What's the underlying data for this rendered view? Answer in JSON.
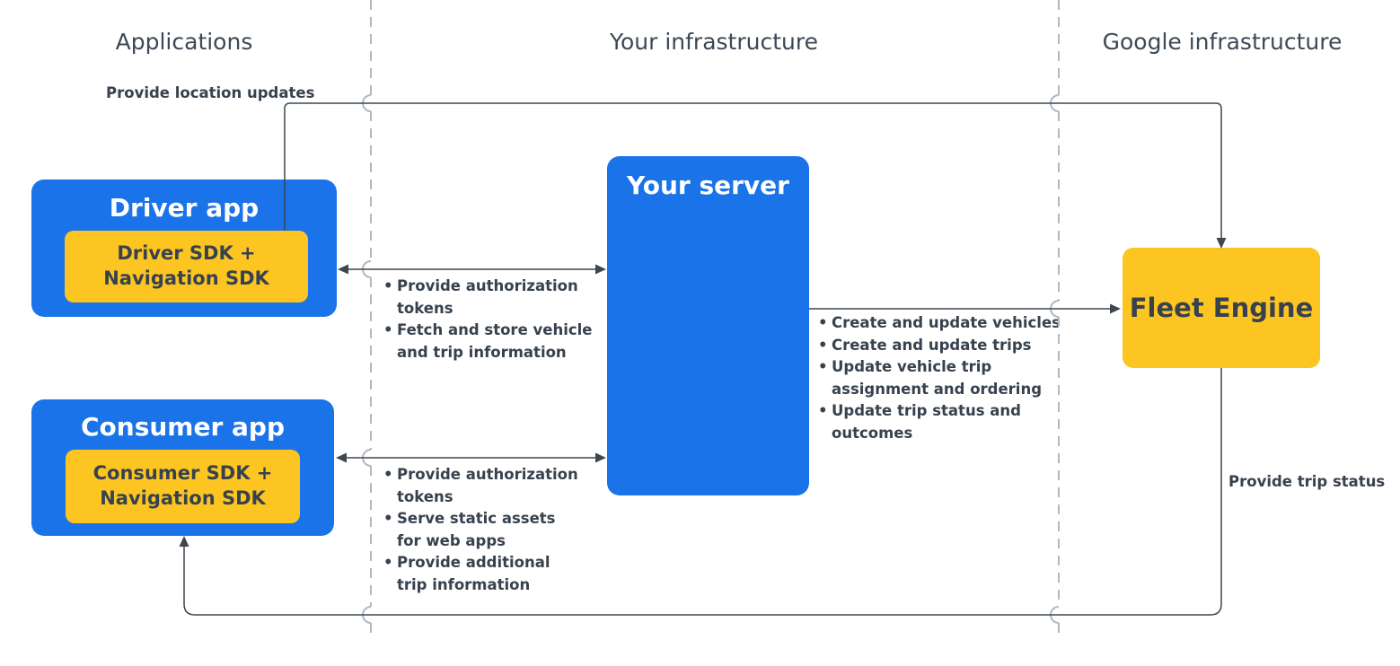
{
  "headers": {
    "applications": "Applications",
    "your_infrastructure": "Your infrastructure",
    "google_infrastructure": "Google infrastructure"
  },
  "boxes": {
    "driver_app": {
      "title": "Driver app",
      "sdk": "Driver SDK +\nNavigation SDK"
    },
    "consumer_app": {
      "title": "Consumer app",
      "sdk": "Consumer SDK +\nNavigation SDK"
    },
    "your_server": {
      "title": "Your server"
    },
    "fleet_engine": {
      "title": "Fleet Engine"
    }
  },
  "edges": {
    "location_updates": {
      "label": "Provide location updates"
    },
    "trip_status": {
      "label": "Provide trip status"
    },
    "driver_server": {
      "bullets": [
        "Provide authorization\ntokens",
        "Fetch and store vehicle\nand trip information"
      ]
    },
    "consumer_server": {
      "bullets": [
        "Provide authorization\ntokens",
        "Serve static assets\nfor web apps",
        "Provide additional\ntrip information"
      ]
    },
    "server_fleet": {
      "bullets": [
        "Create and update vehicles",
        "Create and update trips",
        "Update vehicle trip\nassignment and ordering",
        "Update trip status and\noutcomes"
      ]
    }
  },
  "colors": {
    "blue": "#1A73E8",
    "yellow": "#FCC521",
    "line": "#3E464F",
    "divider": "#AFB9C2",
    "heading": "#3D4856",
    "dark": "#37424E",
    "white": "#FFFFFF"
  }
}
